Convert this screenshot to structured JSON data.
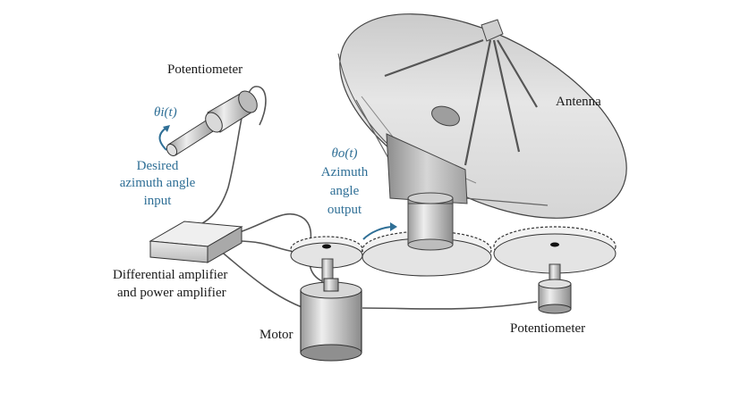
{
  "labels": {
    "potentiometer_top": "Potentiometer",
    "theta_i": "θi(t)",
    "desired_line1": "Desired",
    "desired_line2": "azimuth angle",
    "desired_line3": "input",
    "antenna": "Antenna",
    "theta_o": "θo(t)",
    "azimuth_line1": "Azimuth",
    "azimuth_line2": "angle",
    "azimuth_line3": "output",
    "amplifier_line1": "Differential amplifier",
    "amplifier_line2": "and power amplifier",
    "motor": "Motor",
    "potentiometer_bottom": "Potentiometer"
  },
  "colors": {
    "accent_blue": "#2f6f96",
    "text": "#1a1a1a",
    "gear_fill": "#f2f2f2",
    "dish_fill": "#d9d9d9"
  }
}
